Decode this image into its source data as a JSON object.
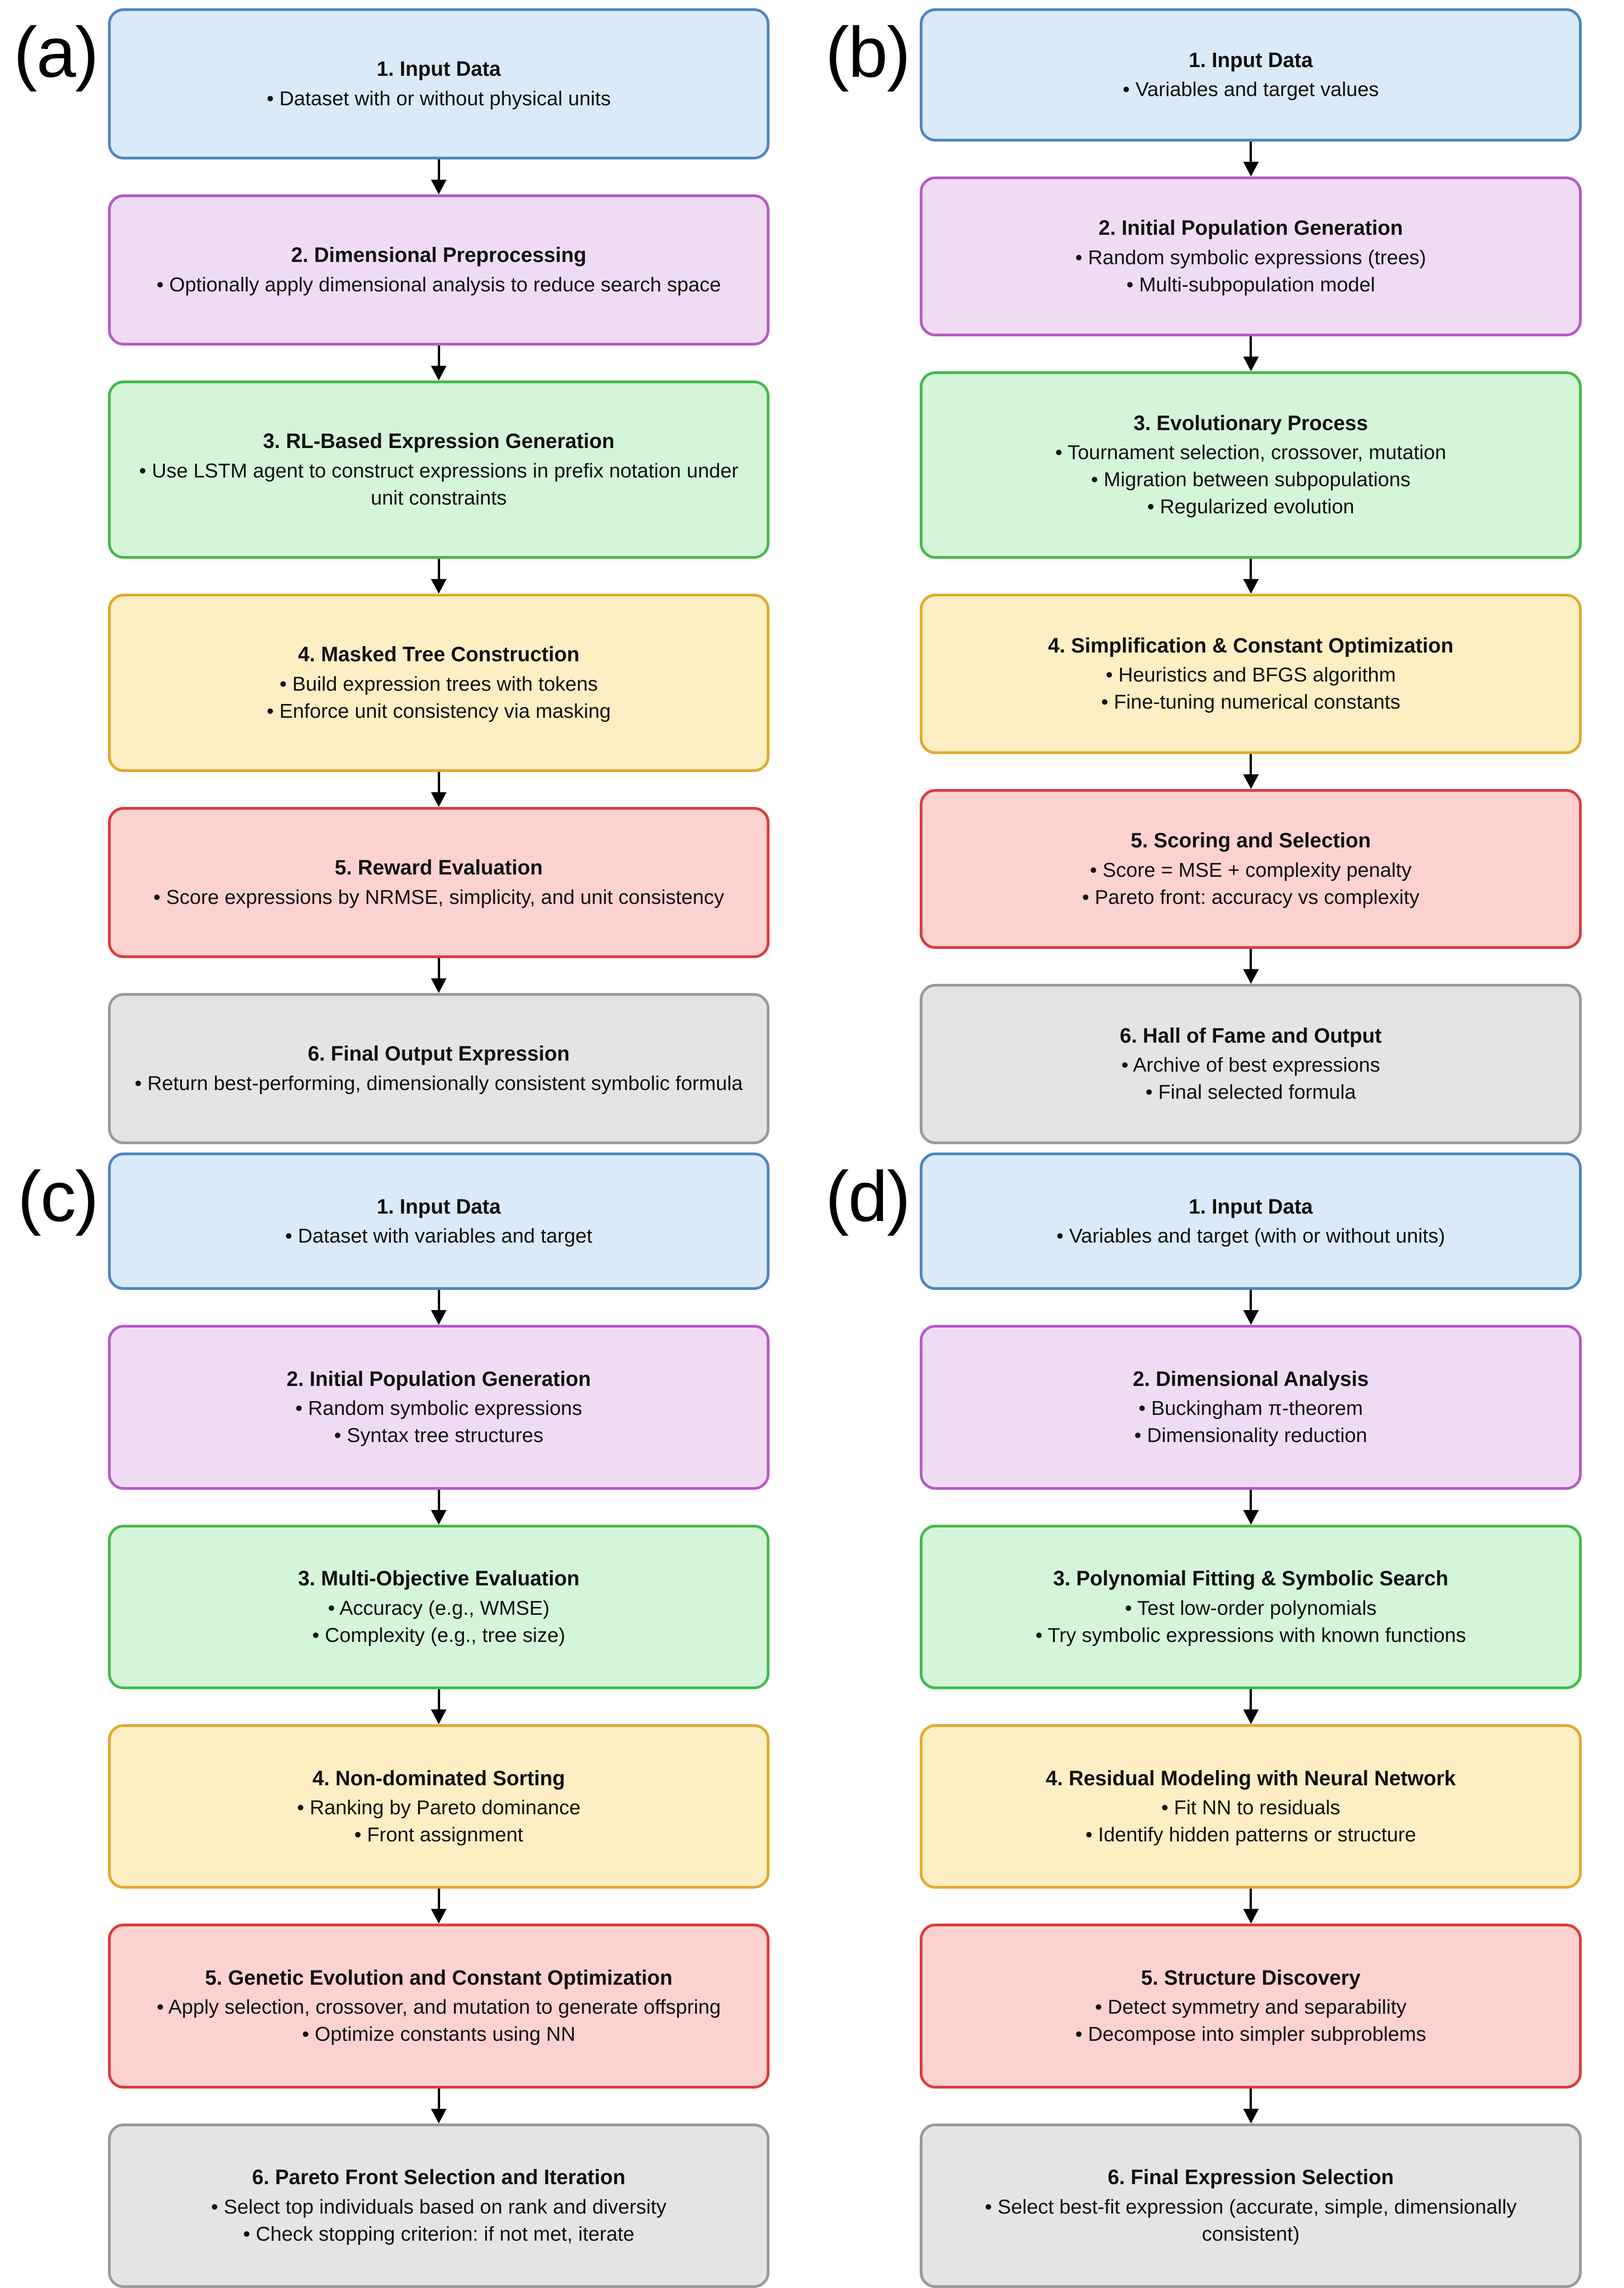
{
  "figure": {
    "panels": [
      {
        "label": "(a)",
        "nodes": [
          {
            "color": "blue",
            "title": "1. Input Data",
            "bullets": [
              "• Dataset with or without physical units"
            ]
          },
          {
            "color": "purple",
            "title": "2. Dimensional Preprocessing",
            "bullets": [
              "• Optionally apply dimensional analysis to reduce search space"
            ]
          },
          {
            "color": "green",
            "title": "3. RL-Based Expression Generation",
            "bullets": [
              "• Use LSTM agent to construct expressions in prefix notation under unit constraints"
            ]
          },
          {
            "color": "yellow",
            "title": "4. Masked Tree Construction",
            "bullets": [
              "• Build expression trees with tokens",
              "• Enforce unit consistency via masking"
            ]
          },
          {
            "color": "red",
            "title": "5. Reward Evaluation",
            "bullets": [
              "•  Score expressions by NRMSE, simplicity, and unit consistency"
            ]
          },
          {
            "color": "gray",
            "title": "6. Final Output Expression",
            "bullets": [
              "• Return best-performing, dimensionally consistent symbolic formula"
            ]
          }
        ]
      },
      {
        "label": "(b)",
        "nodes": [
          {
            "color": "blue",
            "title": "1. Input Data",
            "bullets": [
              "• Variables and target values"
            ]
          },
          {
            "color": "purple",
            "title": "2. Initial Population Generation",
            "bullets": [
              "• Random symbolic expressions (trees)",
              "• Multi-subpopulation model"
            ]
          },
          {
            "color": "green",
            "title": "3. Evolutionary Process",
            "bullets": [
              "• Tournament selection, crossover, mutation",
              "• Migration between subpopulations",
              "• Regularized evolution"
            ]
          },
          {
            "color": "yellow",
            "title": "4. Simplification & Constant Optimization",
            "bullets": [
              "• Heuristics and BFGS algorithm",
              "• Fine-tuning numerical constants"
            ]
          },
          {
            "color": "red",
            "title": "5. Scoring and Selection",
            "bullets": [
              "• Score = MSE + complexity penalty",
              "• Pareto front: accuracy vs complexity"
            ]
          },
          {
            "color": "gray",
            "title": "6. Hall of Fame and Output",
            "bullets": [
              "• Archive of best expressions",
              "• Final selected formula"
            ]
          }
        ]
      },
      {
        "label": "(c)",
        "nodes": [
          {
            "color": "blue",
            "title": "1. Input Data",
            "bullets": [
              "• Dataset with variables and target"
            ]
          },
          {
            "color": "purple",
            "title": "2. Initial Population Generation",
            "bullets": [
              "• Random symbolic expressions",
              "• Syntax tree structures"
            ]
          },
          {
            "color": "green",
            "title": "3. Multi-Objective Evaluation",
            "bullets": [
              "• Accuracy (e.g., WMSE)",
              "• Complexity (e.g., tree size)"
            ]
          },
          {
            "color": "yellow",
            "title": "4. Non-dominated Sorting",
            "bullets": [
              "• Ranking by Pareto dominance",
              "• Front assignment"
            ]
          },
          {
            "color": "red",
            "title": "5. Genetic Evolution and Constant Optimization",
            "bullets": [
              "• Apply selection, crossover, and mutation to generate offspring",
              "• Optimize constants using NN"
            ]
          },
          {
            "color": "gray",
            "title": "6. Pareto Front Selection and Iteration",
            "bullets": [
              "• Select top individuals based on rank and diversity",
              "• Check stopping criterion: if not met, iterate"
            ]
          }
        ]
      },
      {
        "label": "(d)",
        "nodes": [
          {
            "color": "blue",
            "title": "1. Input Data",
            "bullets": [
              "• Variables and target (with or without units)"
            ]
          },
          {
            "color": "purple",
            "title": "2. Dimensional Analysis",
            "bullets": [
              "• Buckingham π-theorem",
              "• Dimensionality reduction"
            ]
          },
          {
            "color": "green",
            "title": "3. Polynomial Fitting & Symbolic Search",
            "bullets": [
              "• Test low-order polynomials",
              "• Try symbolic expressions with known functions"
            ]
          },
          {
            "color": "yellow",
            "title": "4. Residual Modeling with Neural Network",
            "bullets": [
              "• Fit NN to residuals",
              "• Identify hidden patterns or structure"
            ]
          },
          {
            "color": "red",
            "title": "5. Structure Discovery",
            "bullets": [
              "• Detect symmetry and separability",
              "• Decompose into simpler subproblems"
            ]
          },
          {
            "color": "gray",
            "title": "6. Final Expression Selection",
            "bullets": [
              "• Select best-fit expression (accurate, simple, dimensionally consistent)"
            ]
          }
        ]
      }
    ],
    "colors": {
      "blue_fill": "#daeaf8",
      "blue_border": "#4f86c0",
      "purple_fill": "#efdcf4",
      "purple_border": "#b45cc4",
      "green_fill": "#d5f5d9",
      "green_border": "#43bb4c",
      "yellow_fill": "#fdeec4",
      "yellow_border": "#e0ab2c",
      "red_fill": "#fbd2d0",
      "red_border": "#dc3c3c",
      "gray_fill": "#e4e4e4",
      "gray_border": "#9a9a9a",
      "arrow": "#000000"
    }
  }
}
